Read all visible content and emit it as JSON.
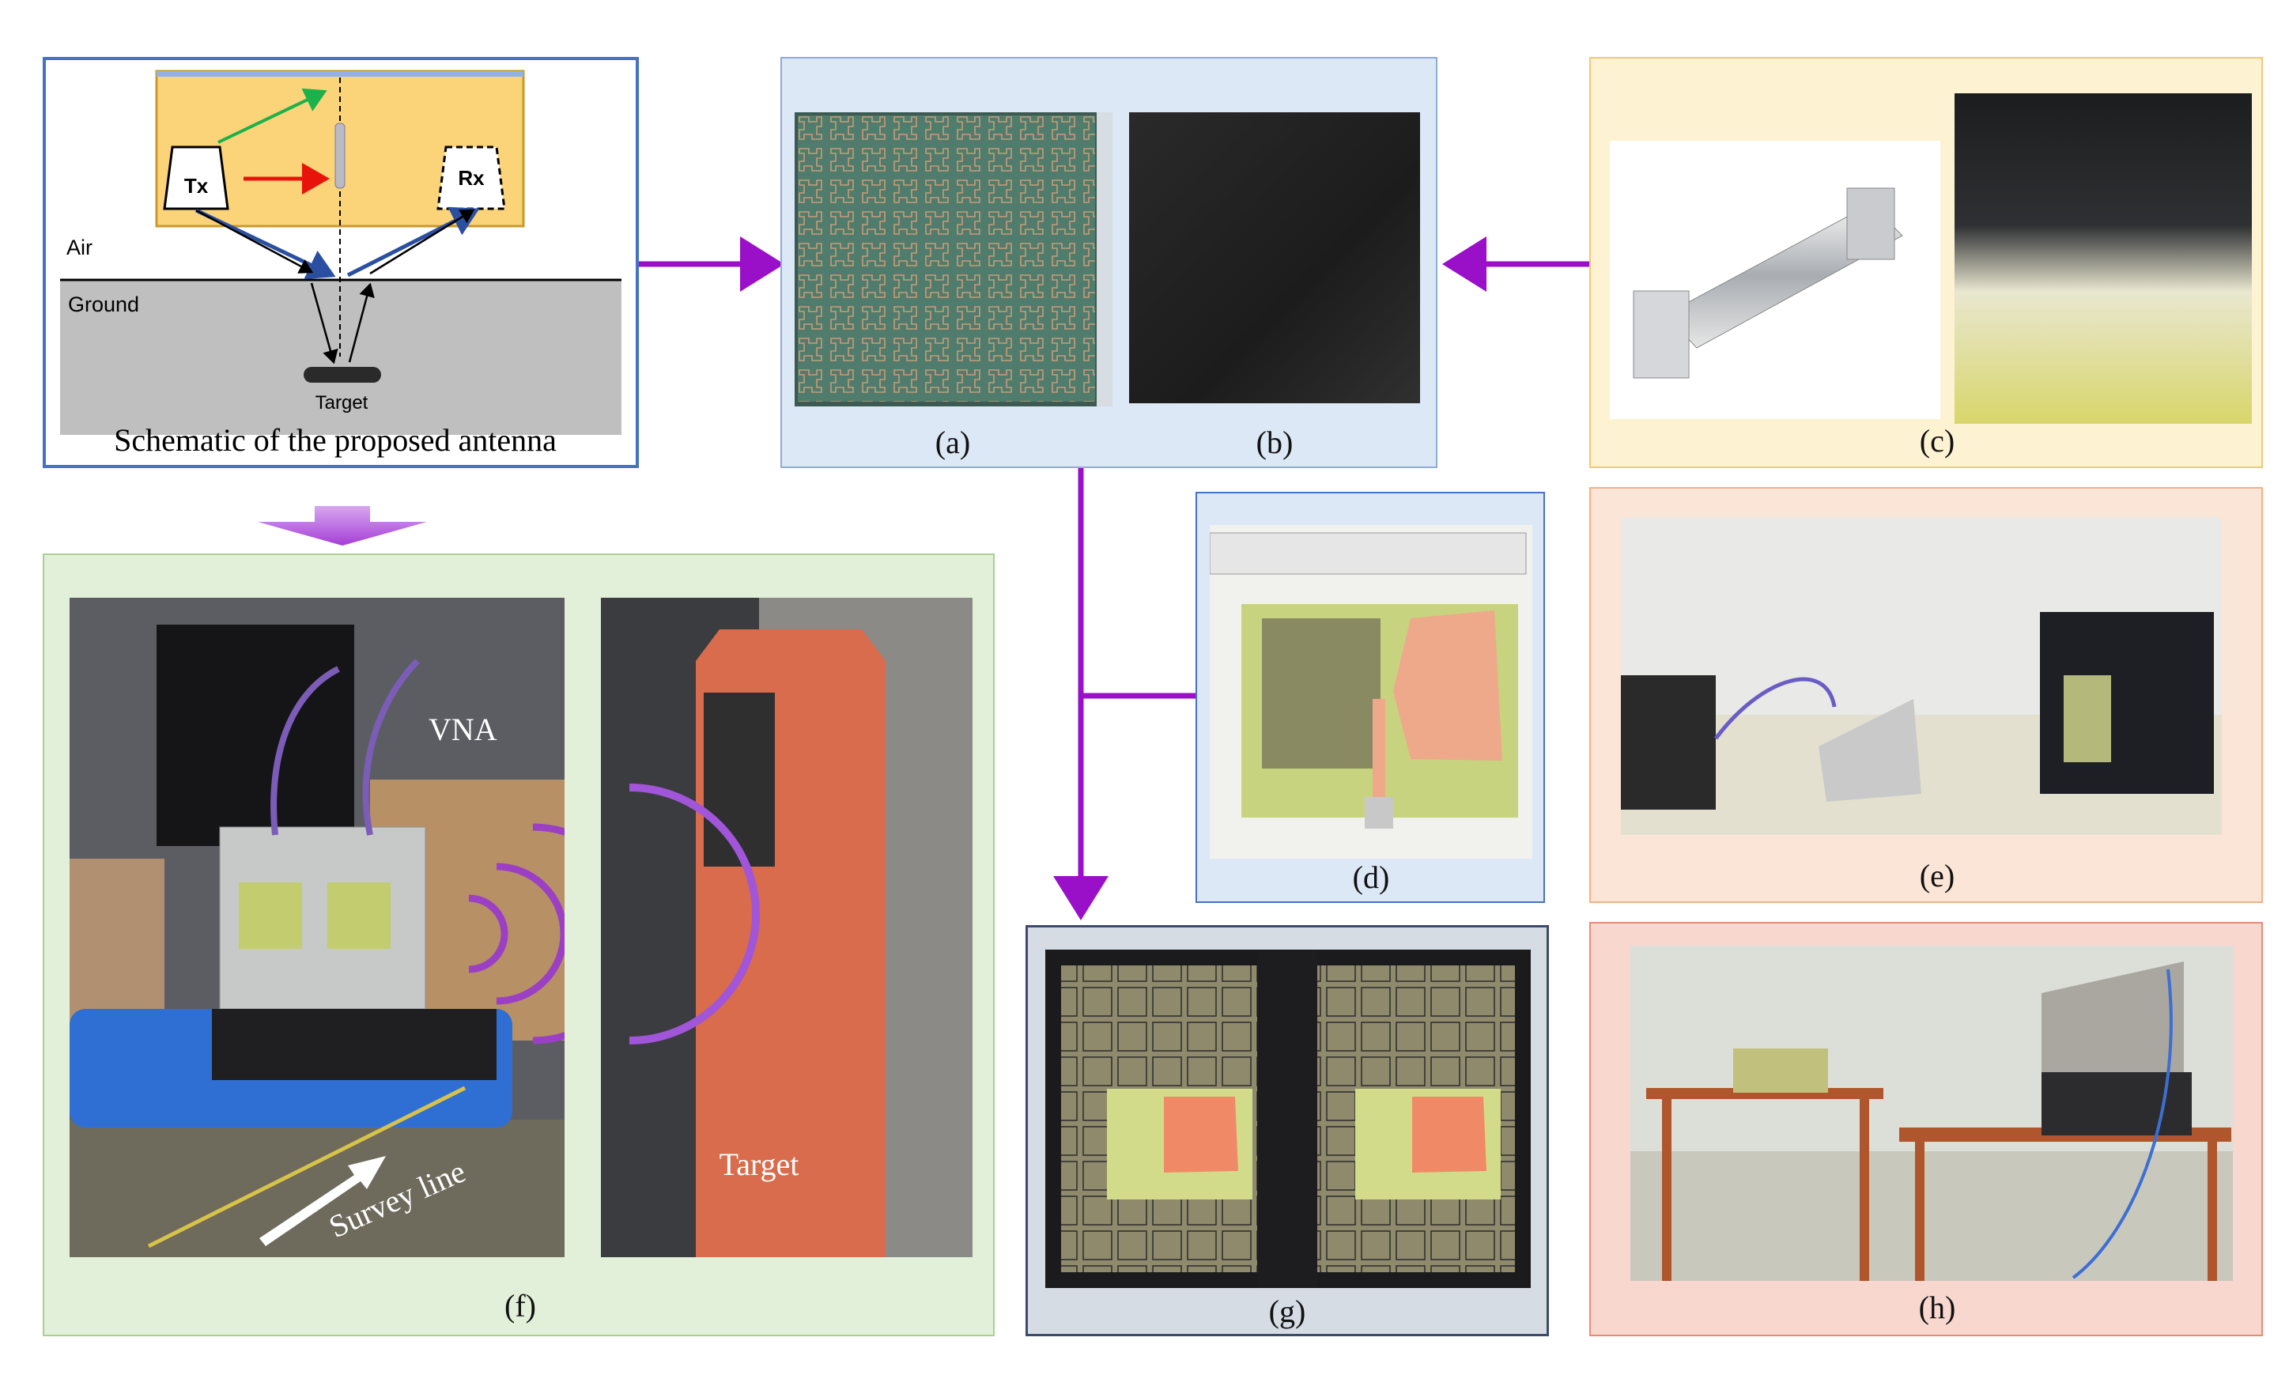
{
  "schematic": {
    "tx_label": "Tx",
    "rx_label": "Rx",
    "air_label": "Air",
    "ground_label": "Ground",
    "target_label": "Target",
    "caption": "Schematic of the proposed antenna"
  },
  "panels": {
    "a": "(a)",
    "b": "(b)",
    "c": "(c)",
    "d": "(d)",
    "e": "(e)",
    "f": "(f)",
    "g": "(g)",
    "h": "(h)"
  },
  "photo_f": {
    "vna_label": "VNA",
    "survey_label": "Survey line",
    "target_label": "Target"
  },
  "colors": {
    "arrow_purple": "#9a10c8",
    "box_blue_border": "#4472c4",
    "box_a_fill": "#dce8f5",
    "box_c_fill": "#fdf2d2",
    "box_e_fill": "#fbe5d6",
    "box_f_fill": "#e2f0d9",
    "box_h_fill": "#f8d7cf"
  },
  "icons": {
    "down_arrow": "block-arrow-down-icon"
  }
}
